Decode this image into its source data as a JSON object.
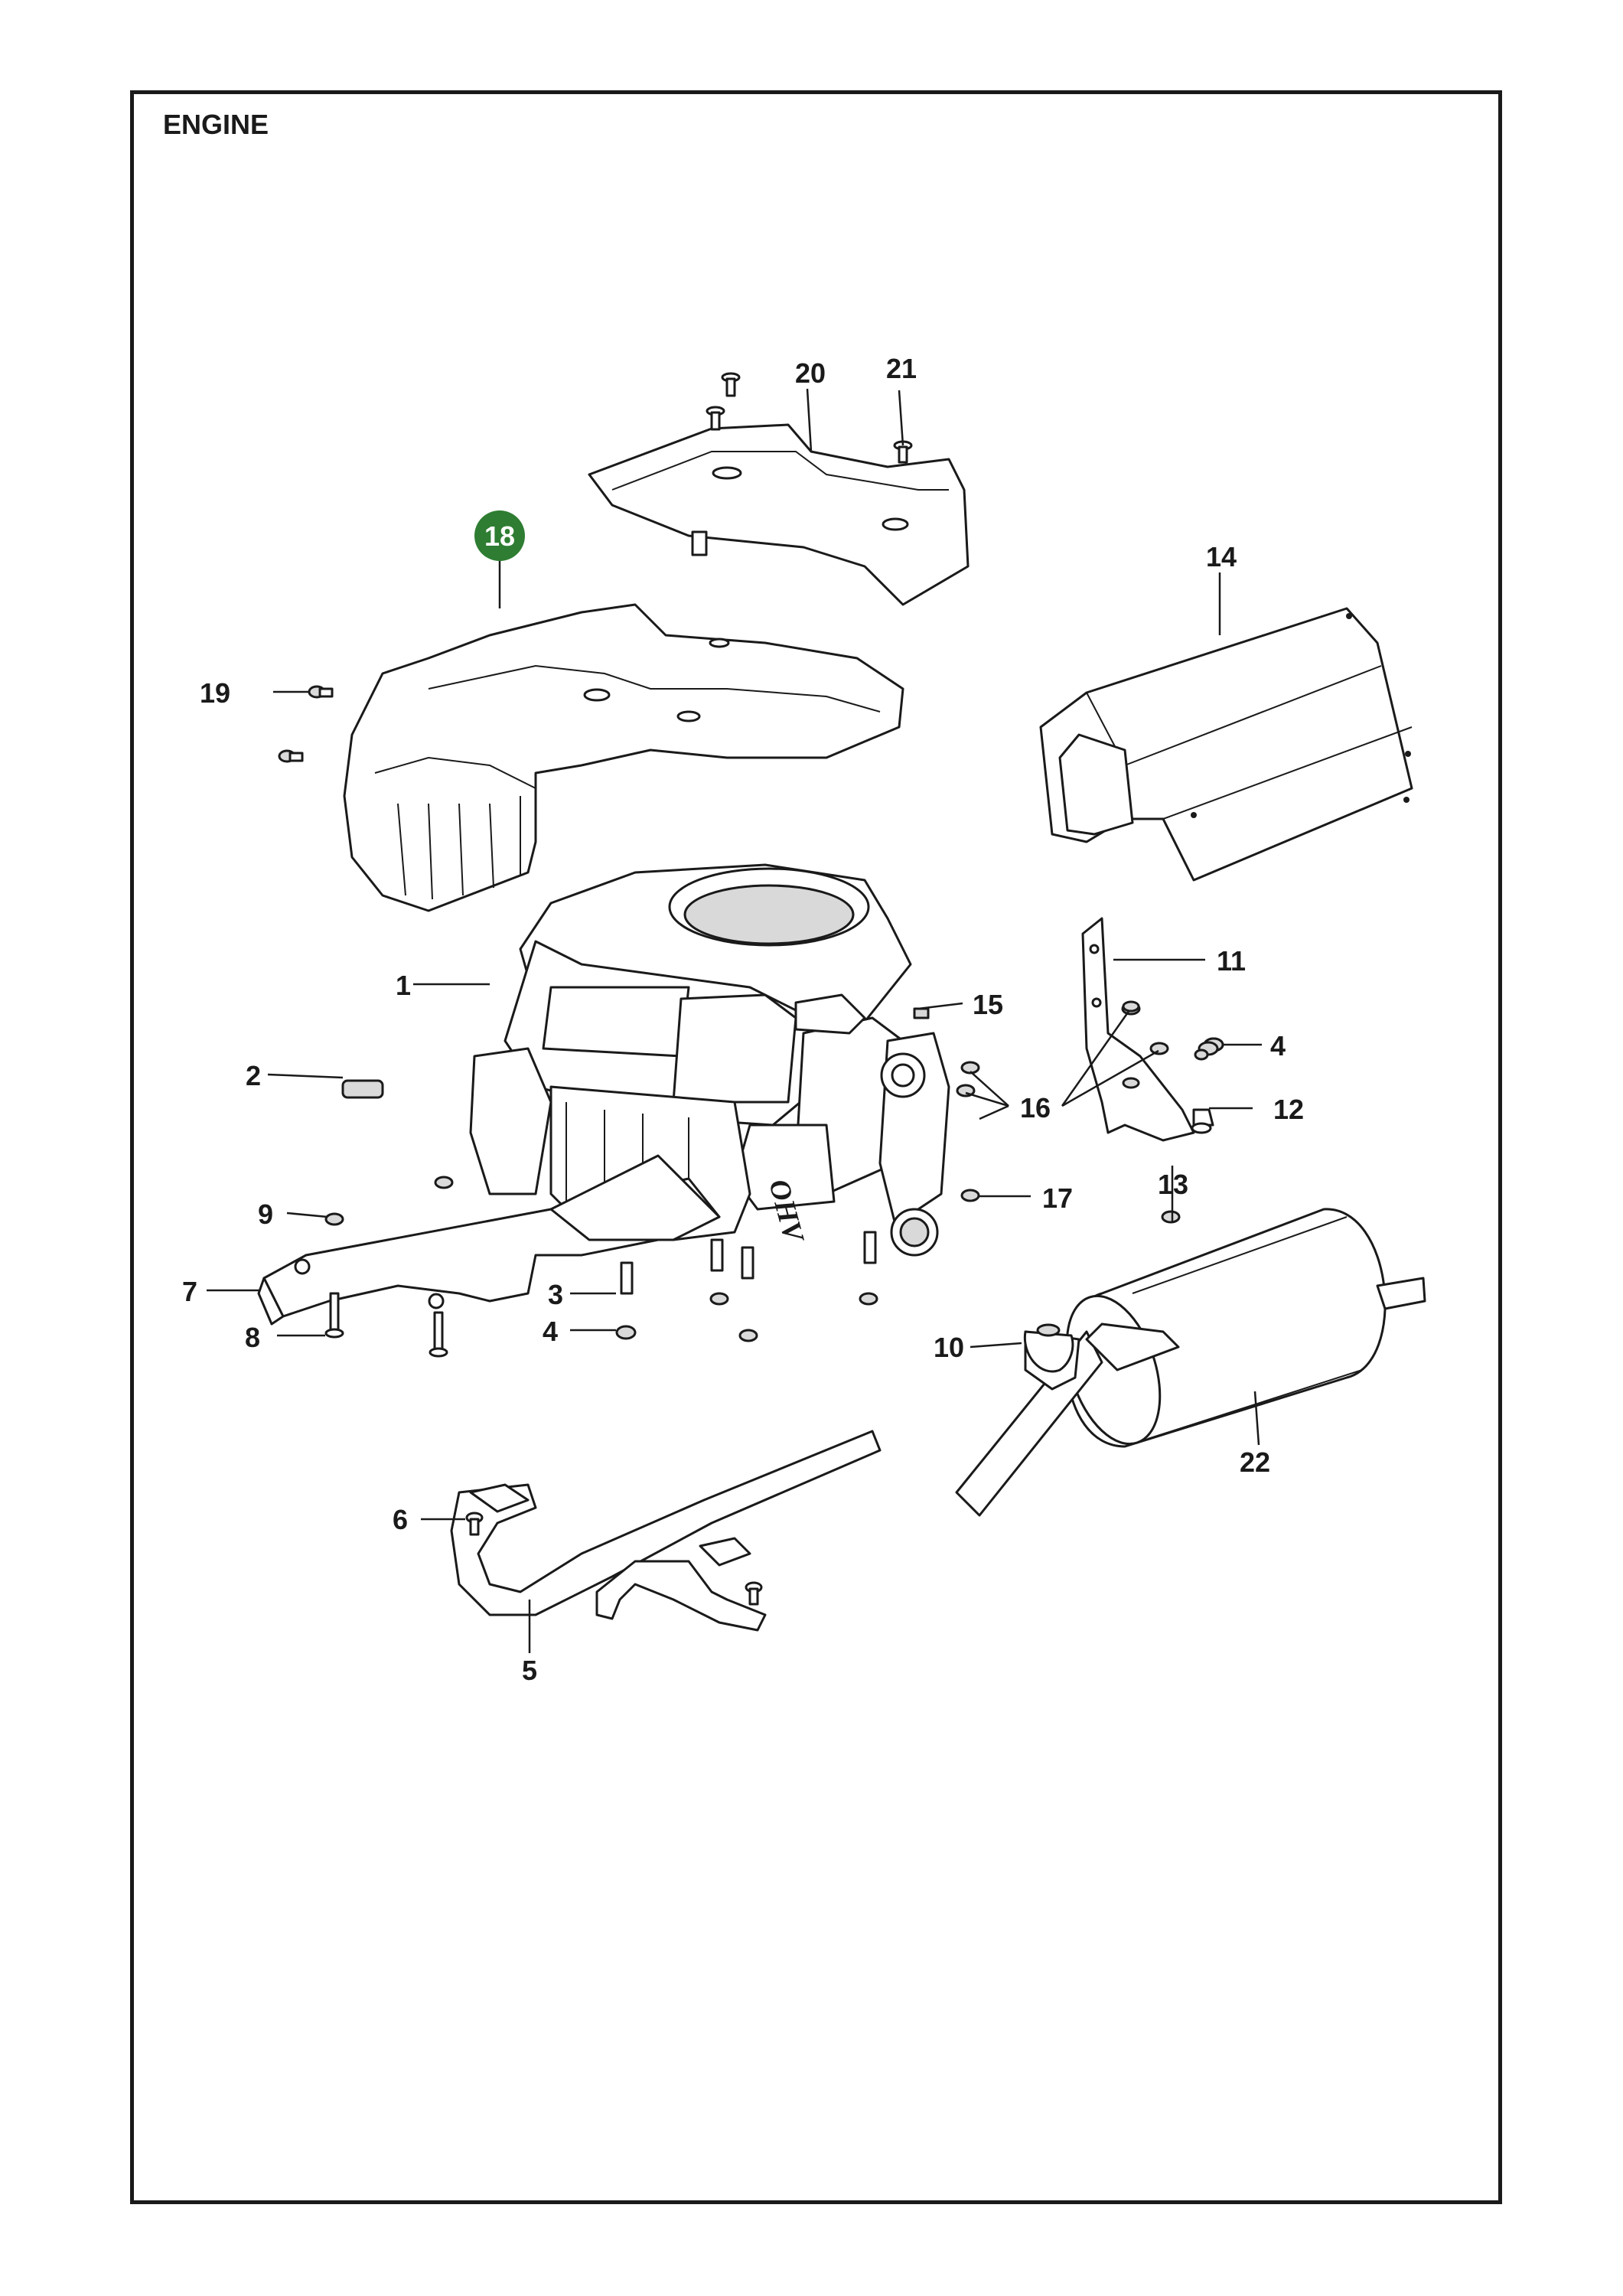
{
  "page": {
    "title": "ENGINE"
  },
  "callouts": {
    "c1": "1",
    "c2": "2",
    "c3": "3",
    "c4a": "4",
    "c4b": "4",
    "c5": "5",
    "c6": "6",
    "c7": "7",
    "c8": "8",
    "c9": "9",
    "c10": "10",
    "c11": "11",
    "c12": "12",
    "c13": "13",
    "c14": "14",
    "c15": "15",
    "c16": "16",
    "c17": "17",
    "c18": "18",
    "c19": "19",
    "c20": "20",
    "c21": "21",
    "c22": "22"
  },
  "engine_marking": "OHV",
  "colors": {
    "highlight_badge": "#2e7d32",
    "line": "#1a1a1a"
  }
}
